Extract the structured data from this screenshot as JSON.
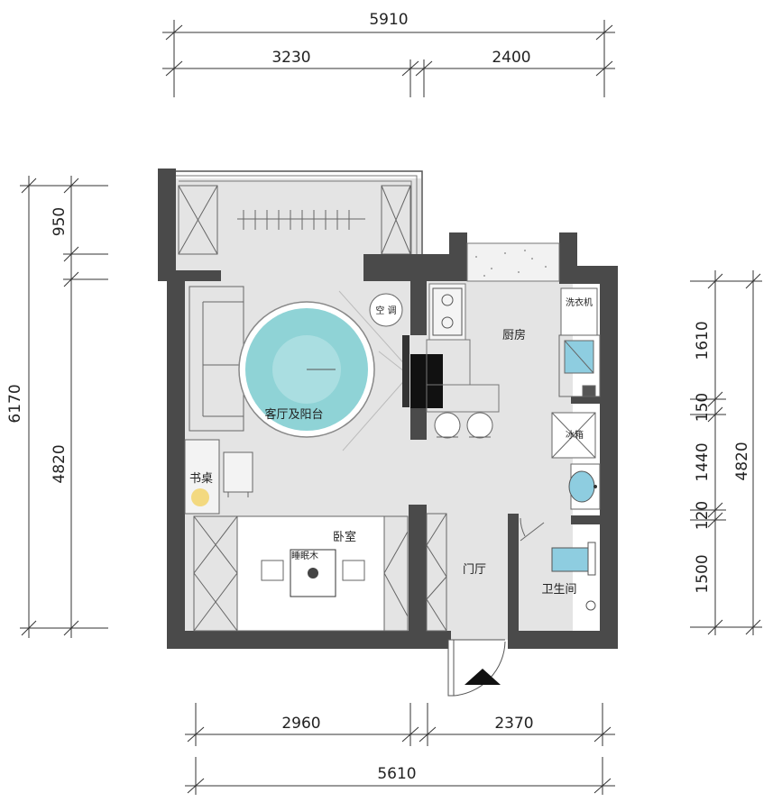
{
  "dimensions": {
    "top_total": "5910",
    "top_left": "3230",
    "top_right": "2400",
    "bottom_left": "2960",
    "bottom_right": "2370",
    "bottom_total": "5610",
    "left_total": "6170",
    "left_upper": "950",
    "left_lower": "4820",
    "right_1": "1610",
    "right_2": "150",
    "right_3": "1440",
    "right_4": "120",
    "right_5": "1500",
    "right_total": "4820"
  },
  "rooms": {
    "living": "客厅及阳台",
    "kitchen": "厨房",
    "bedroom": "卧室",
    "hall": "门厅",
    "bathroom": "卫生间",
    "desk": "书桌"
  },
  "fixtures": {
    "ac": "空 调",
    "washer": "洗衣机",
    "fridge": "冰箱",
    "bed_sign": "睡眠木"
  },
  "colors": {
    "wall": "#4a4a4a",
    "floor": "#e4e4e4",
    "rug": "#8fd3d6",
    "accent_blue": "#8ecde0",
    "tile": "#f2f2f2"
  }
}
